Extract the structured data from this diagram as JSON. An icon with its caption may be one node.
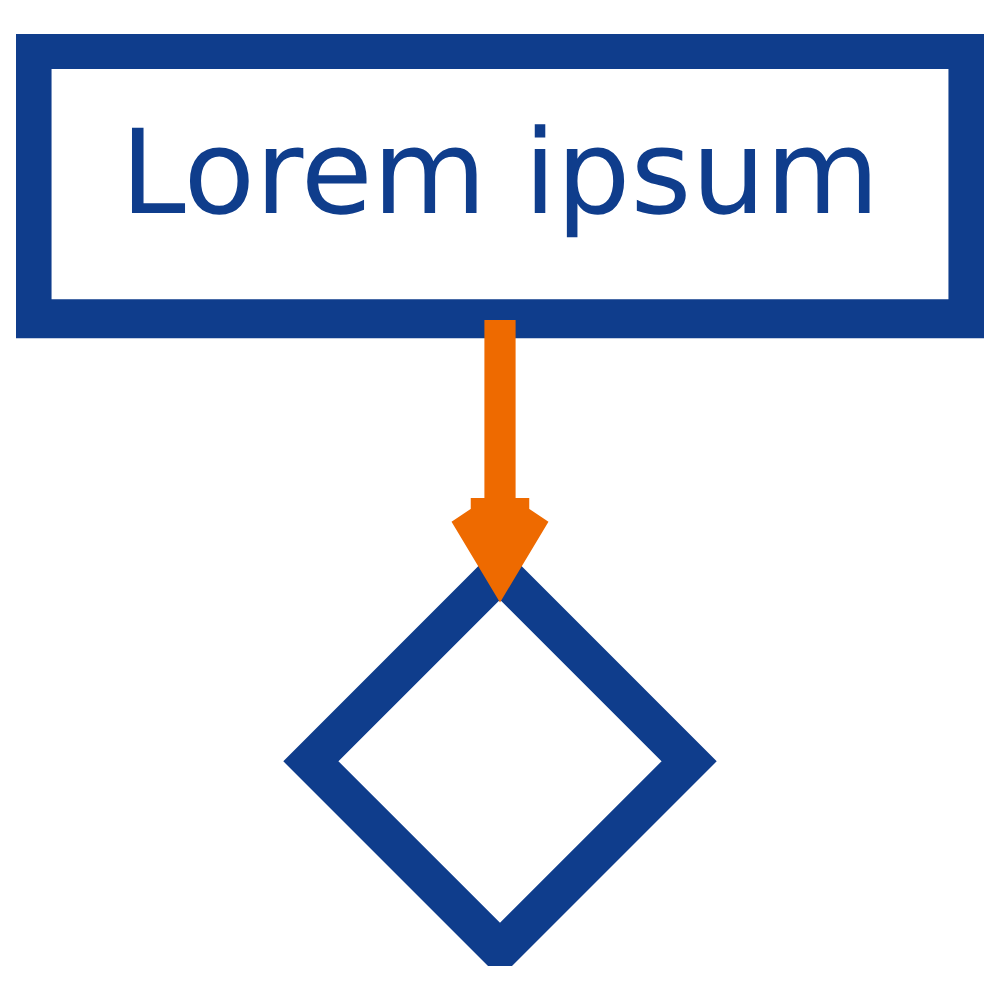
{
  "diagram": {
    "nodes": [
      {
        "text": [
          "Lorem ipsum"
        ]
      },
      {
        "text": [],
        "shape": "diamond"
      }
    ],
    "edges": [
      {
        "from": 0,
        "to": 1,
        "arrow": "to",
        "color": "#ee6a00"
      }
    ]
  }
}
